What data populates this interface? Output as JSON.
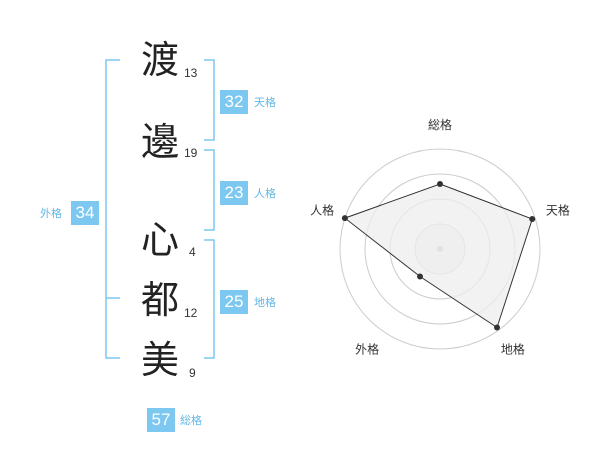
{
  "name": {
    "surname": [
      {
        "char": "渡",
        "strokes": "13"
      },
      {
        "char": "邊",
        "strokes": "19"
      }
    ],
    "given": [
      {
        "char": "心",
        "strokes": "4"
      },
      {
        "char": "都",
        "strokes": "12"
      },
      {
        "char": "美",
        "strokes": "9"
      }
    ]
  },
  "fortunes": {
    "tenkaku": {
      "value": "32",
      "label": "天格"
    },
    "jinkaku": {
      "value": "23",
      "label": "人格"
    },
    "chikaku": {
      "value": "25",
      "label": "地格"
    },
    "gaikaku": {
      "value": "34",
      "label": "外格"
    },
    "soukaku": {
      "value": "57",
      "label": "総格"
    }
  },
  "radar": {
    "axes": [
      "総格",
      "天格",
      "地格",
      "外格",
      "人格"
    ],
    "levels": [
      0.65,
      0.97,
      0.97,
      0.34,
      1.0
    ],
    "colors": {
      "fill": "#eeeeee",
      "stroke": "#333333",
      "grid": "#cccccc",
      "point": "#333333"
    }
  }
}
